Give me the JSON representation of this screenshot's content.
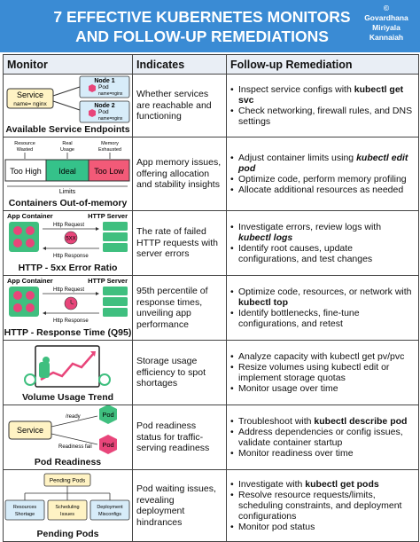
{
  "header": {
    "title": "7 EFFECTIVE KUBERNETES MONITORS AND FOLLOW-UP REMEDIATIONS",
    "author": [
      "©",
      "Govardhana",
      "Miriyala",
      "Kannaiah"
    ]
  },
  "table": {
    "columns": [
      "Monitor",
      "Indicates",
      "Follow-up Remediation"
    ],
    "rows": [
      {
        "monitor": "Available Service Endpoints",
        "indicates": "Whether services are reachable and functioning",
        "remediation": [
          "Inspect service configs with kubectl get svc",
          "Check networking, firewall rules, and DNS settings"
        ],
        "diagram": {
          "service": "Service",
          "service_name": "name= nginx",
          "node1": "Node 1",
          "node2": "Node 2",
          "pod": "Pod",
          "pod_name": "name=nginx"
        }
      },
      {
        "monitor": "Containers Out-of-memory",
        "indicates": "App memory issues, offering allocation and stability insights",
        "remediation": [
          "Adjust container limits using kubectl edit pod",
          "Optimize code, perform memory profiling",
          "Allocate additional resources as needed"
        ],
        "diagram": {
          "top_labels": [
            "Resource Wasted",
            "Real Usage",
            "Memory Exhausted"
          ],
          "segments": [
            "Too High",
            "Ideal",
            "Too Low"
          ],
          "limits": "Limits"
        }
      },
      {
        "monitor": "HTTP - 5xx Error Ratio",
        "indicates": "The rate of failed HTTP requests with server errors",
        "remediation": [
          "Investigate errors, review logs with kubectl logs",
          "Identify root causes, update configurations, and test changes"
        ],
        "diagram": {
          "app": "App Container",
          "server": "HTTP Server",
          "request": "Http Request",
          "response": "Http Response",
          "code": "5XX"
        }
      },
      {
        "monitor": "HTTP - Response Time (Q95)",
        "indicates": "95th percentile of response times, unveiling app performance",
        "remediation": [
          "Optimize code, resources, or network with kubectl top",
          "Identify bottlenecks, fine-tune configurations, and retest"
        ],
        "diagram": {
          "app": "App Container",
          "server": "HTTP Server",
          "request": "Http Request",
          "response": "Http Response"
        }
      },
      {
        "monitor": "Volume Usage Trend",
        "indicates": "Storage usage efficiency to spot shortages",
        "remediation": [
          "Analyze capacity with kubectl get pv/pvc",
          "Resize volumes using kubectl edit or implement storage quotas",
          "Monitor usage over time"
        ]
      },
      {
        "monitor": "Pod Readiness",
        "indicates": "Pod readiness status for traffic-serving readiness",
        "remediation": [
          "Troubleshoot with kubectl describe pod",
          "Address dependencies or config issues, validate container startup",
          "Monitor readiness over time"
        ],
        "diagram": {
          "service": "Service",
          "pod": "Pod",
          "ready": "/ready",
          "fail": "Readiness fail"
        }
      },
      {
        "monitor": "Pending Pods",
        "indicates": "Pod waiting issues, revealing deployment hindrances",
        "remediation": [
          "Investigate with kubectl get pods",
          "Resolve resource requests/limits, scheduling constraints, and deployment configurations",
          "Monitor pod status"
        ],
        "diagram": {
          "root": "Pending Pods",
          "leaves": [
            "Resources Shortage",
            "Scheduling Issues",
            "Deployment Misconfigs"
          ]
        }
      }
    ]
  },
  "colors": {
    "header_bg": "#3a8bd4",
    "pod": "#e8457a",
    "service_box": "#fff3c4",
    "node_box": "#d7ecf9",
    "too_high": "#ffffff",
    "ideal": "#35c28a",
    "too_low": "#f25a78",
    "container": "#3fbf7f"
  }
}
